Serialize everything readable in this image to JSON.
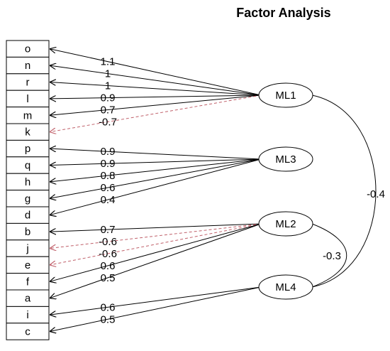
{
  "title": "Factor Analysis",
  "variables": [
    "o",
    "n",
    "r",
    "l",
    "m",
    "k",
    "p",
    "q",
    "h",
    "g",
    "d",
    "b",
    "j",
    "e",
    "f",
    "a",
    "i",
    "c"
  ],
  "factors": [
    "ML1",
    "ML3",
    "ML2",
    "ML4"
  ],
  "loadings": [
    {
      "factor": "ML1",
      "variable": "o",
      "label": "1.1",
      "value": 1.1
    },
    {
      "factor": "ML1",
      "variable": "n",
      "label": "1",
      "value": 1
    },
    {
      "factor": "ML1",
      "variable": "r",
      "label": "1",
      "value": 1
    },
    {
      "factor": "ML1",
      "variable": "l",
      "label": "0.9",
      "value": 0.9
    },
    {
      "factor": "ML1",
      "variable": "m",
      "label": "0.7",
      "value": 0.7
    },
    {
      "factor": "ML1",
      "variable": "k",
      "label": "-0.7",
      "value": -0.7
    },
    {
      "factor": "ML3",
      "variable": "p",
      "label": "0.9",
      "value": 0.9
    },
    {
      "factor": "ML3",
      "variable": "q",
      "label": "0.9",
      "value": 0.9
    },
    {
      "factor": "ML3",
      "variable": "h",
      "label": "0.8",
      "value": 0.8
    },
    {
      "factor": "ML3",
      "variable": "g",
      "label": "0.6",
      "value": 0.6
    },
    {
      "factor": "ML3",
      "variable": "d",
      "label": "0.4",
      "value": 0.4
    },
    {
      "factor": "ML2",
      "variable": "b",
      "label": "0.7",
      "value": 0.7
    },
    {
      "factor": "ML2",
      "variable": "j",
      "label": "-0.6",
      "value": -0.6
    },
    {
      "factor": "ML2",
      "variable": "e",
      "label": "-0.6",
      "value": -0.6
    },
    {
      "factor": "ML2",
      "variable": "f",
      "label": "0.6",
      "value": 0.6
    },
    {
      "factor": "ML2",
      "variable": "a",
      "label": "0.5",
      "value": 0.5
    },
    {
      "factor": "ML4",
      "variable": "i",
      "label": "0.6",
      "value": 0.6
    },
    {
      "factor": "ML4",
      "variable": "c",
      "label": "0.5",
      "value": 0.5
    }
  ],
  "correlations": [
    {
      "from": "ML1",
      "to": "ML4",
      "label": "-0.4",
      "value": -0.4
    },
    {
      "from": "ML2",
      "to": "ML4",
      "label": "-0.3",
      "value": -0.3
    }
  ],
  "colors": {
    "positive": "#000000",
    "negative": "#c0606a",
    "background": "#ffffff"
  }
}
